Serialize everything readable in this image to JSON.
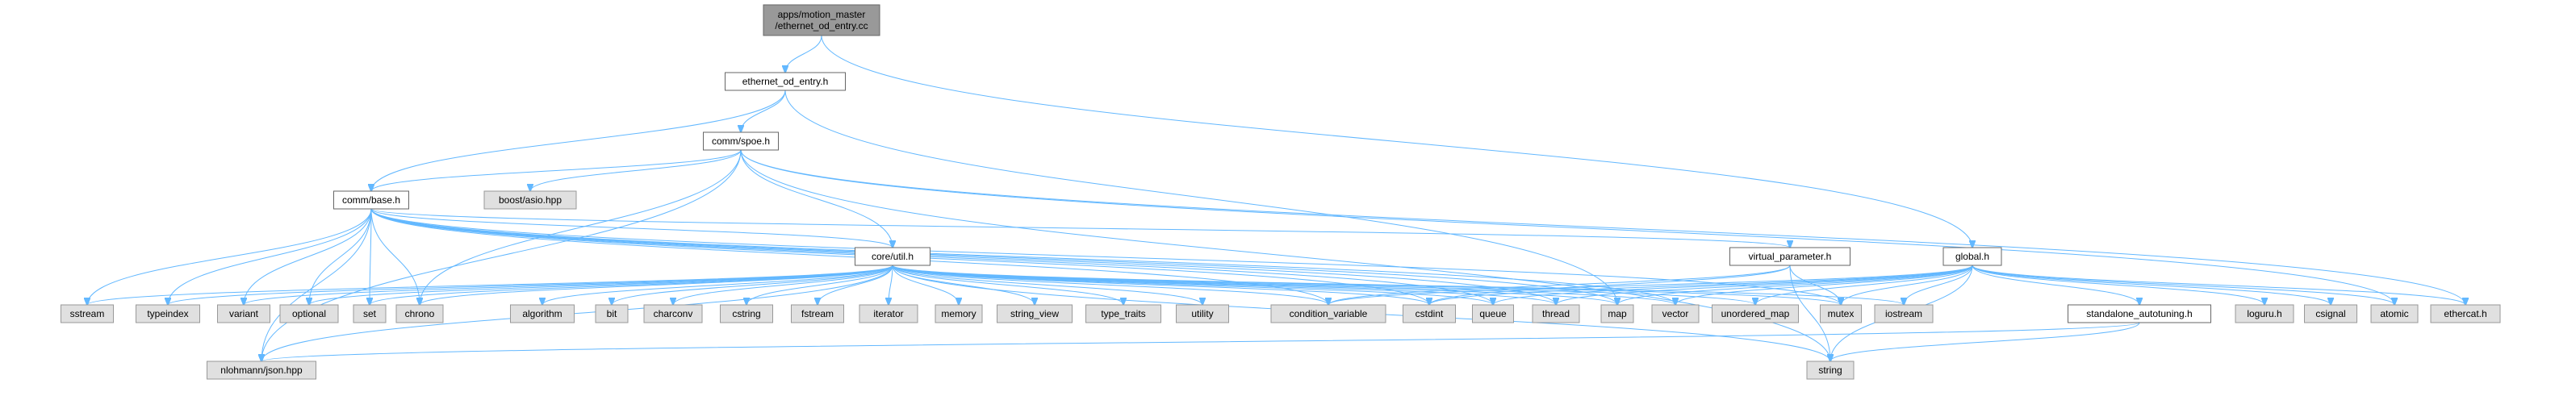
{
  "diagram": {
    "type": "include-dependency-graph",
    "nodes": [
      {
        "id": "root",
        "label": [
          "apps/motion_master",
          "/ethernet_od_entry.cc"
        ],
        "kind": "root"
      },
      {
        "id": "eode",
        "label": [
          "ethernet_od_entry.h"
        ],
        "kind": "header"
      },
      {
        "id": "spoe",
        "label": [
          "comm/spoe.h"
        ],
        "kind": "header"
      },
      {
        "id": "base",
        "label": [
          "comm/base.h"
        ],
        "kind": "header"
      },
      {
        "id": "boost",
        "label": [
          "boost/asio.hpp"
        ],
        "kind": "system"
      },
      {
        "id": "util",
        "label": [
          "core/util.h"
        ],
        "kind": "header"
      },
      {
        "id": "vparam",
        "label": [
          "virtual_parameter.h"
        ],
        "kind": "header"
      },
      {
        "id": "global",
        "label": [
          "global.h"
        ],
        "kind": "header"
      },
      {
        "id": "standalone",
        "label": [
          "standalone_autotuning.h"
        ],
        "kind": "header"
      },
      {
        "id": "sstream",
        "label": [
          "sstream"
        ],
        "kind": "system"
      },
      {
        "id": "typeindex",
        "label": [
          "typeindex"
        ],
        "kind": "system"
      },
      {
        "id": "variant",
        "label": [
          "variant"
        ],
        "kind": "system"
      },
      {
        "id": "optional",
        "label": [
          "optional"
        ],
        "kind": "system"
      },
      {
        "id": "set",
        "label": [
          "set"
        ],
        "kind": "system"
      },
      {
        "id": "chrono",
        "label": [
          "chrono"
        ],
        "kind": "system"
      },
      {
        "id": "algorithm",
        "label": [
          "algorithm"
        ],
        "kind": "system"
      },
      {
        "id": "bit",
        "label": [
          "bit"
        ],
        "kind": "system"
      },
      {
        "id": "charconv",
        "label": [
          "charconv"
        ],
        "kind": "system"
      },
      {
        "id": "cstring",
        "label": [
          "cstring"
        ],
        "kind": "system"
      },
      {
        "id": "fstream",
        "label": [
          "fstream"
        ],
        "kind": "system"
      },
      {
        "id": "iterator",
        "label": [
          "iterator"
        ],
        "kind": "system"
      },
      {
        "id": "memory",
        "label": [
          "memory"
        ],
        "kind": "system"
      },
      {
        "id": "string_view",
        "label": [
          "string_view"
        ],
        "kind": "system"
      },
      {
        "id": "type_traits",
        "label": [
          "type_traits"
        ],
        "kind": "system"
      },
      {
        "id": "utility",
        "label": [
          "utility"
        ],
        "kind": "system"
      },
      {
        "id": "condvar",
        "label": [
          "condition_variable"
        ],
        "kind": "system"
      },
      {
        "id": "cstdint",
        "label": [
          "cstdint"
        ],
        "kind": "system"
      },
      {
        "id": "queue",
        "label": [
          "queue"
        ],
        "kind": "system"
      },
      {
        "id": "thread",
        "label": [
          "thread"
        ],
        "kind": "system"
      },
      {
        "id": "map",
        "label": [
          "map"
        ],
        "kind": "system"
      },
      {
        "id": "vector",
        "label": [
          "vector"
        ],
        "kind": "system"
      },
      {
        "id": "umap",
        "label": [
          "unordered_map"
        ],
        "kind": "system"
      },
      {
        "id": "mutex",
        "label": [
          "mutex"
        ],
        "kind": "system"
      },
      {
        "id": "iostream",
        "label": [
          "iostream"
        ],
        "kind": "system"
      },
      {
        "id": "loguru",
        "label": [
          "loguru.h"
        ],
        "kind": "system"
      },
      {
        "id": "csignal",
        "label": [
          "csignal"
        ],
        "kind": "system"
      },
      {
        "id": "atomic",
        "label": [
          "atomic"
        ],
        "kind": "system"
      },
      {
        "id": "ethercat",
        "label": [
          "ethercat.h"
        ],
        "kind": "system"
      },
      {
        "id": "json",
        "label": [
          "nlohmann/json.hpp"
        ],
        "kind": "system"
      },
      {
        "id": "string",
        "label": [
          "string"
        ],
        "kind": "system"
      }
    ],
    "edges": [
      [
        "root",
        "eode"
      ],
      [
        "root",
        "global"
      ],
      [
        "eode",
        "spoe"
      ],
      [
        "eode",
        "base"
      ],
      [
        "eode",
        "map"
      ],
      [
        "spoe",
        "base"
      ],
      [
        "spoe",
        "boost"
      ],
      [
        "spoe",
        "util"
      ],
      [
        "spoe",
        "chrono"
      ],
      [
        "spoe",
        "json"
      ],
      [
        "spoe",
        "ethercat"
      ],
      [
        "spoe",
        "string"
      ],
      [
        "spoe",
        "atomic"
      ],
      [
        "base",
        "util"
      ],
      [
        "base",
        "vparam"
      ],
      [
        "base",
        "json"
      ],
      [
        "base",
        "sstream"
      ],
      [
        "base",
        "typeindex"
      ],
      [
        "base",
        "variant"
      ],
      [
        "base",
        "optional"
      ],
      [
        "base",
        "set"
      ],
      [
        "base",
        "chrono"
      ],
      [
        "base",
        "condvar"
      ],
      [
        "base",
        "cstdint"
      ],
      [
        "base",
        "map"
      ],
      [
        "base",
        "vector"
      ],
      [
        "base",
        "mutex"
      ],
      [
        "base",
        "thread"
      ],
      [
        "base",
        "queue"
      ],
      [
        "util",
        "sstream"
      ],
      [
        "util",
        "typeindex"
      ],
      [
        "util",
        "variant"
      ],
      [
        "util",
        "optional"
      ],
      [
        "util",
        "set"
      ],
      [
        "util",
        "chrono"
      ],
      [
        "util",
        "algorithm"
      ],
      [
        "util",
        "bit"
      ],
      [
        "util",
        "charconv"
      ],
      [
        "util",
        "cstring"
      ],
      [
        "util",
        "fstream"
      ],
      [
        "util",
        "iterator"
      ],
      [
        "util",
        "memory"
      ],
      [
        "util",
        "string_view"
      ],
      [
        "util",
        "type_traits"
      ],
      [
        "util",
        "utility"
      ],
      [
        "util",
        "condvar"
      ],
      [
        "util",
        "cstdint"
      ],
      [
        "util",
        "queue"
      ],
      [
        "util",
        "thread"
      ],
      [
        "util",
        "map"
      ],
      [
        "util",
        "vector"
      ],
      [
        "util",
        "umap"
      ],
      [
        "util",
        "mutex"
      ],
      [
        "util",
        "iostream"
      ],
      [
        "util",
        "json"
      ],
      [
        "util",
        "string"
      ],
      [
        "vparam",
        "cstdint"
      ],
      [
        "vparam",
        "condvar"
      ],
      [
        "vparam",
        "string"
      ],
      [
        "vparam",
        "mutex"
      ],
      [
        "global",
        "condvar"
      ],
      [
        "global",
        "cstdint"
      ],
      [
        "global",
        "queue"
      ],
      [
        "global",
        "thread"
      ],
      [
        "global",
        "map"
      ],
      [
        "global",
        "vector"
      ],
      [
        "global",
        "umap"
      ],
      [
        "global",
        "mutex"
      ],
      [
        "global",
        "iostream"
      ],
      [
        "global",
        "standalone"
      ],
      [
        "global",
        "loguru"
      ],
      [
        "global",
        "csignal"
      ],
      [
        "global",
        "atomic"
      ],
      [
        "global",
        "ethercat"
      ],
      [
        "global",
        "string"
      ],
      [
        "standalone",
        "json"
      ],
      [
        "standalone",
        "string"
      ]
    ]
  }
}
